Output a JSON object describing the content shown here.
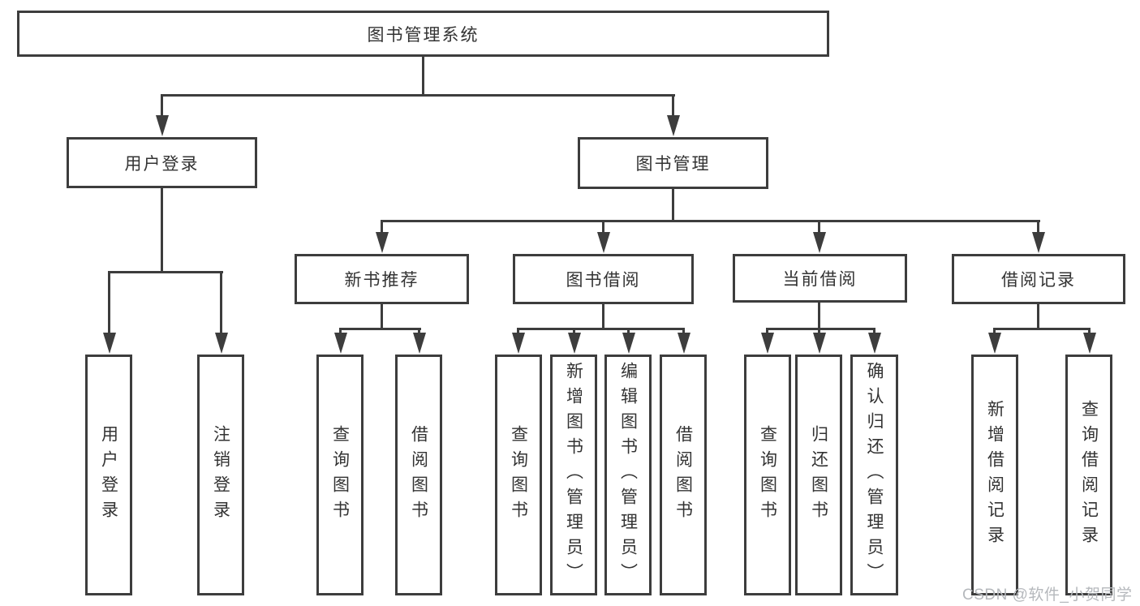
{
  "tree": {
    "root": {
      "label": "图书管理系统",
      "children": [
        {
          "label": "用户登录",
          "children": [
            {
              "label": "用户登录"
            },
            {
              "label": "注销登录"
            }
          ]
        },
        {
          "label": "图书管理",
          "children": [
            {
              "label": "新书推荐",
              "children": [
                {
                  "label": "查询图书"
                },
                {
                  "label": "借阅图书"
                }
              ]
            },
            {
              "label": "图书借阅",
              "children": [
                {
                  "label": "查询图书"
                },
                {
                  "label": "新增图书（管理员）"
                },
                {
                  "label": "编辑图书（管理员）"
                },
                {
                  "label": "借阅图书"
                }
              ]
            },
            {
              "label": "当前借阅",
              "children": [
                {
                  "label": "查询图书"
                },
                {
                  "label": "归还图书"
                },
                {
                  "label": "确认归还（管理员）"
                }
              ]
            },
            {
              "label": "借阅记录",
              "children": [
                {
                  "label": "新增借阅记录"
                },
                {
                  "label": "查询借阅记录"
                }
              ]
            }
          ]
        }
      ]
    }
  },
  "watermark": {
    "text": "CSDN @软件_小贺同学"
  },
  "colors": {
    "line": "#3d3d3d",
    "text": "#333333",
    "watermark": "#b5b8bc",
    "background": "#ffffff"
  }
}
